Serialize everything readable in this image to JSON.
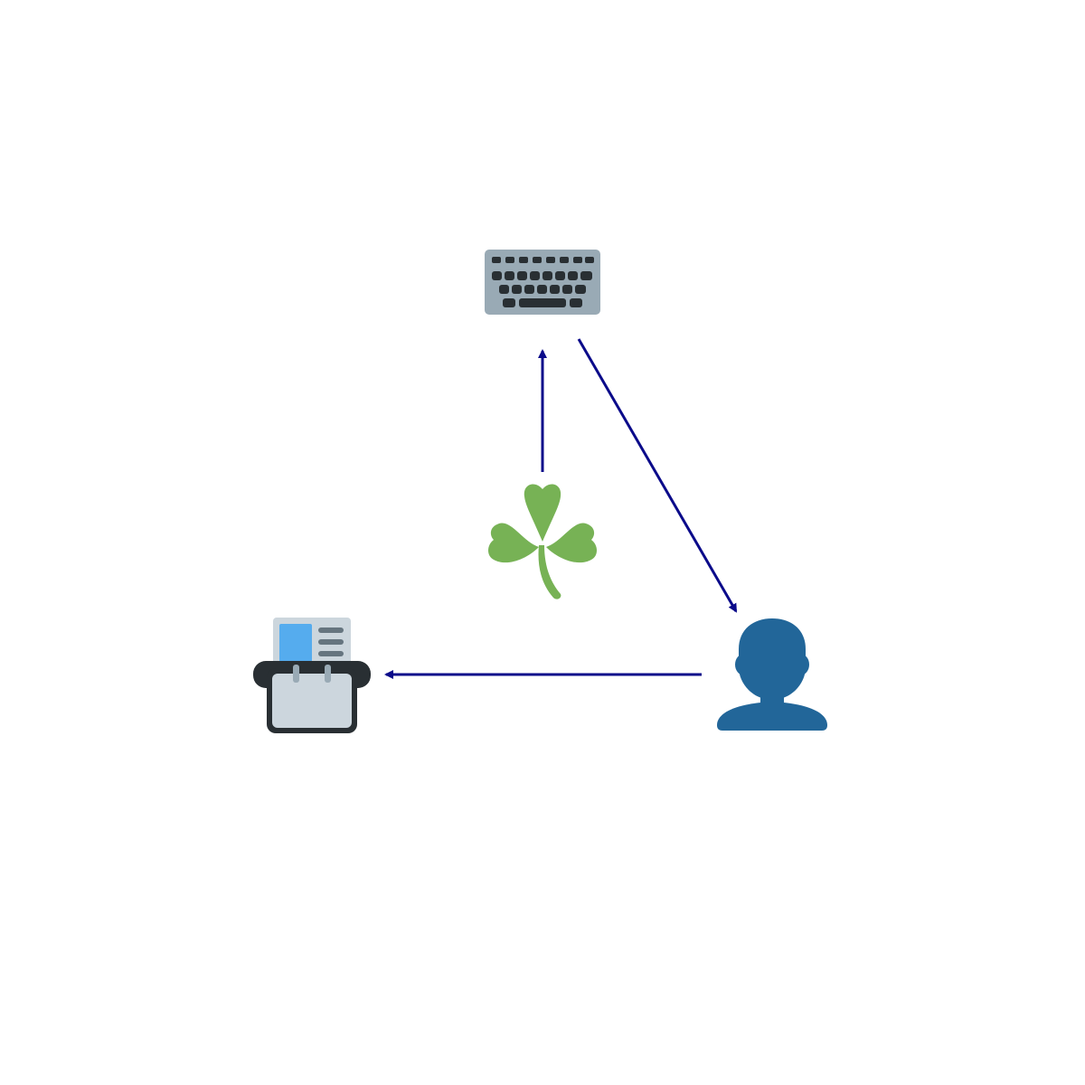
{
  "diagram": {
    "nodes": [
      {
        "id": "keyboard",
        "icon": "keyboard-icon",
        "shape": "image"
      },
      {
        "id": "shamrock",
        "icon": "shamrock-icon",
        "shape": "image"
      },
      {
        "id": "person",
        "icon": "person-silhouette-icon",
        "shape": "image"
      },
      {
        "id": "card-index",
        "icon": "card-index-icon",
        "shape": "image"
      }
    ],
    "edges": [
      {
        "from": "shamrock",
        "to": "keyboard",
        "label": ""
      },
      {
        "from": "keyboard",
        "to": "person",
        "label": ""
      },
      {
        "from": "person",
        "to": "card-index",
        "label": ""
      }
    ]
  },
  "colors": {
    "edge": "#0b0b8a",
    "background": "#ffffff",
    "keyboard_body": "#99aab5",
    "keyboard_keys": "#292f33",
    "shamrock": "#77b255",
    "person": "#226699",
    "card_index_frame": "#292f33",
    "card_index_body": "#ccd6dd",
    "card_index_photo": "#55acee",
    "card_index_lines": "#66757f"
  }
}
